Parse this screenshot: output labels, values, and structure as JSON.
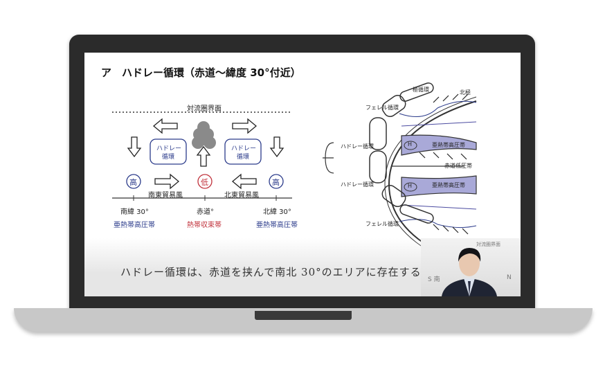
{
  "slide": {
    "title": "ア　ハドレー循環（赤道〜緯度 30°付近）",
    "left_diagram": {
      "tropopause": "対流圏界面",
      "hadley_left": [
        "ハドレー",
        "循環"
      ],
      "hadley_right": [
        "ハドレー",
        "循環"
      ],
      "high": "高",
      "low": "低",
      "se_trade": "南東貿易風",
      "ne_trade": "北東貿易風",
      "lat_south": "南緯 30°",
      "equator": "赤道°",
      "lat_north": "北緯 30°",
      "subtropical_high": "亜熱帯高圧帯",
      "itcz": "熱帯収束帯"
    },
    "right_diagram": {
      "polar_cell": "極循環",
      "north_pole": "北極",
      "ferrel_top": "フェレル循環",
      "hadley_top": "ハドレー循環",
      "hadley_bottom": "ハドレー循環",
      "ferrel_bottom": "フェレル循環",
      "subtropical_high_top": "亜熱帯高圧帯",
      "subtropical_high_bottom": "亜熱帯高圧帯",
      "equatorial_low": "赤道低圧帯",
      "h_mark": "H"
    },
    "subtitle": "ハドレー循環は、赤道を挟んで南北 30°のエリアに存在する",
    "video_notes": {
      "board_note": "対流圏界面",
      "board_left": "S 南",
      "board_right": "N"
    }
  },
  "colors": {
    "blue": "#2a3a8a",
    "red": "#c0303a",
    "band": "#a9a9d8"
  }
}
